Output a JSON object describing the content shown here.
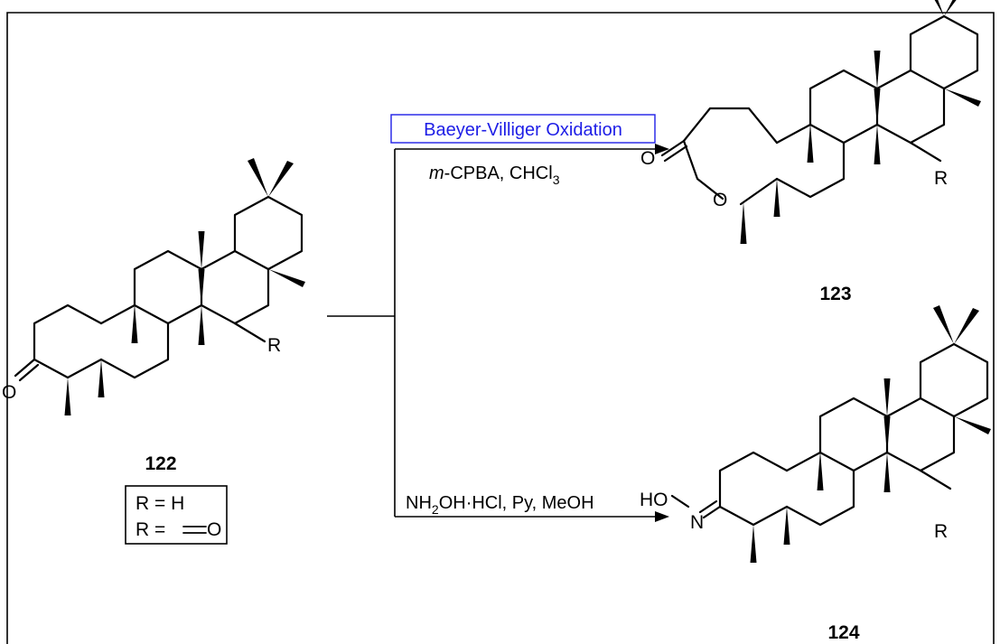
{
  "reaction": {
    "top_arrow": {
      "highlight_label": "Baeyer-Villiger Oxidation",
      "reagent_italic": "m",
      "reagent_rest": "-CPBA, CHCl",
      "reagent_sub": "3"
    },
    "bottom_arrow": {
      "part1": "NH",
      "sub1": "2",
      "part2": "OH·HCl, Py, MeOH"
    }
  },
  "compounds": {
    "start": {
      "number": "122",
      "r_substituent": "R",
      "carbonyl_oxygen": "O"
    },
    "lactone": {
      "number": "123",
      "r_substituent": "R",
      "carbonyl_oxygen": "O",
      "ring_oxygen": "O"
    },
    "oxime": {
      "number": "124",
      "r_substituent": "R",
      "hydroxyl": "HO",
      "nitrogen": "N"
    }
  },
  "r_legend": {
    "line1": "R = H",
    "line2_prefix": "R = ",
    "line2_atom": "O"
  }
}
